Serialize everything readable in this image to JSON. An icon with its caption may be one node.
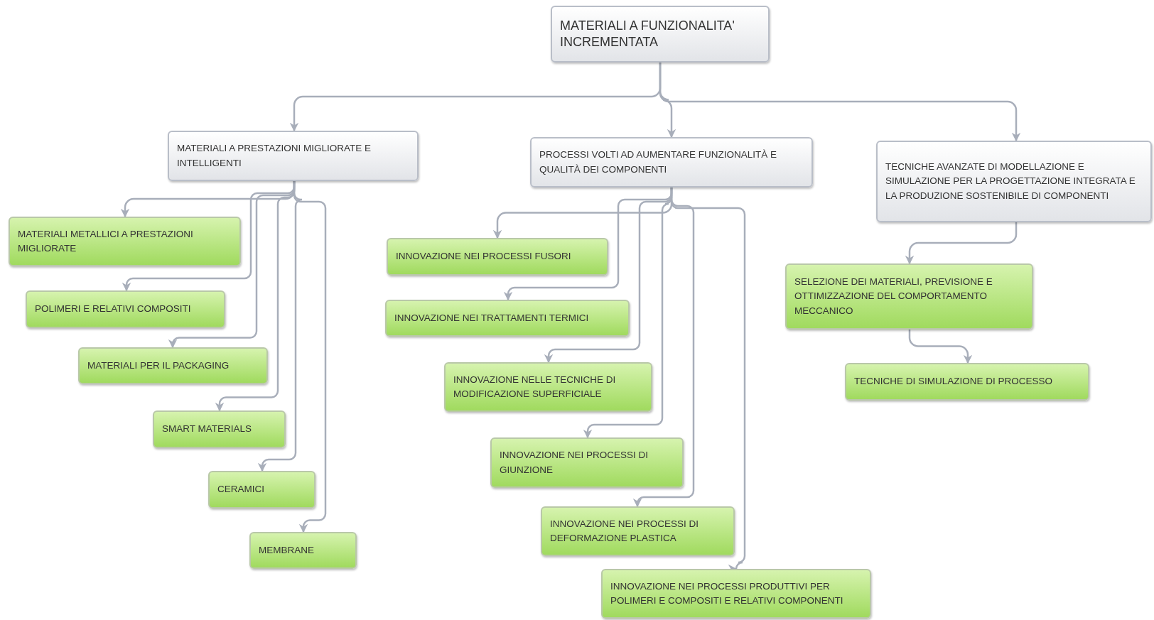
{
  "diagram": {
    "nodes": [
      {
        "text": [
          "MATERIALI A FUNZIONALITA' INCREMENTATA"
        ]
      },
      {
        "text": [
          "MATERIALI A PRESTAZIONI MIGLIORATE E INTELLIGENTI"
        ]
      },
      {
        "text": [
          "PROCESSI VOLTI AD AUMENTARE FUNZIONALITÀ E QUALITÀ DEI COMPONENTI"
        ]
      },
      {
        "text": [
          "TECNICHE AVANZATE DI MODELLAZIONE E SIMULAZIONE PER LA PROGETTAZIONE INTEGRATA E LA PRODUZIONE SOSTENIBILE DI COMPONENTI"
        ]
      },
      {
        "text": [
          "MATERIALI METALLICI A PRESTAZIONI MIGLIORATE"
        ]
      },
      {
        "text": [
          "POLIMERI E RELATIVI COMPOSITI"
        ]
      },
      {
        "text": [
          "MATERIALI PER IL PACKAGING"
        ]
      },
      {
        "text": [
          "SMART MATERIALS"
        ]
      },
      {
        "text": [
          "CERAMICI"
        ]
      },
      {
        "text": [
          "MEMBRANE"
        ]
      },
      {
        "text": [
          "INNOVAZIONE NEI PROCESSI FUSORI"
        ]
      },
      {
        "text": [
          "INNOVAZIONE NEI TRATTAMENTI TERMICI"
        ]
      },
      {
        "text": [
          "INNOVAZIONE NELLE TECNICHE DI MODIFICAZIONE SUPERFICIALE"
        ]
      },
      {
        "text": [
          "INNOVAZIONE NEI PROCESSI DI GIUNZIONE"
        ]
      },
      {
        "text": [
          "INNOVAZIONE NEI PROCESSI DI DEFORMAZIONE PLASTICA"
        ]
      },
      {
        "text": [
          "INNOVAZIONE NEI PROCESSI PRODUTTIVI PER POLIMERI E COMPOSITI E RELATIVI COMPONENTI"
        ]
      },
      {
        "text": [
          "SELEZIONE DEI MATERIALI, PREVISIONE E OTTIMIZZAZIONE DEL COMPORTAMENTO MECCANICO"
        ]
      },
      {
        "text": [
          "TECNICHE DI SIMULAZIONE DI PROCESSO"
        ]
      }
    ],
    "edges": [
      {
        "from": 0,
        "to": 1,
        "arrow": "to"
      },
      {
        "from": 0,
        "to": 2,
        "arrow": "to"
      },
      {
        "from": 0,
        "to": 3,
        "arrow": "to"
      },
      {
        "from": 1,
        "to": 4,
        "arrow": "to"
      },
      {
        "from": 1,
        "to": 5,
        "arrow": "to"
      },
      {
        "from": 1,
        "to": 6,
        "arrow": "to"
      },
      {
        "from": 1,
        "to": 7,
        "arrow": "to"
      },
      {
        "from": 1,
        "to": 8,
        "arrow": "to"
      },
      {
        "from": 1,
        "to": 9,
        "arrow": "to"
      },
      {
        "from": 2,
        "to": 10,
        "arrow": "to"
      },
      {
        "from": 2,
        "to": 11,
        "arrow": "to"
      },
      {
        "from": 2,
        "to": 12,
        "arrow": "to"
      },
      {
        "from": 2,
        "to": 13,
        "arrow": "to"
      },
      {
        "from": 2,
        "to": 14,
        "arrow": "to"
      },
      {
        "from": 2,
        "to": 15,
        "arrow": "to"
      },
      {
        "from": 3,
        "to": 16,
        "arrow": "to"
      },
      {
        "from": 16,
        "to": 17,
        "arrow": "to"
      }
    ]
  }
}
